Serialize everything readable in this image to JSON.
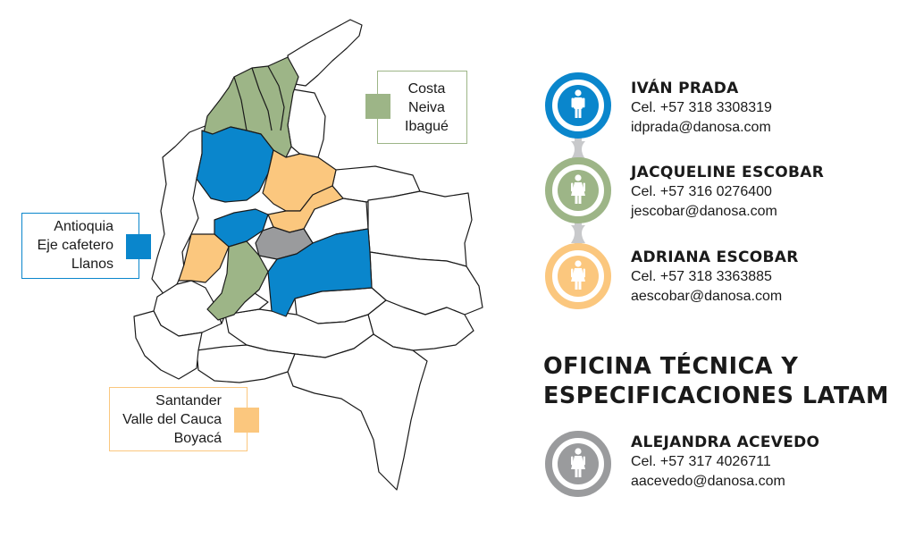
{
  "colors": {
    "blue": "#0a86cc",
    "green": "#9db587",
    "orange": "#fbc77e",
    "gray": "#9a9b9d",
    "outline": "#1a1a1a"
  },
  "legends": [
    {
      "lines": [
        "Costa",
        "Neiva",
        "Ibagué"
      ],
      "color": "#9db587"
    },
    {
      "lines": [
        "Antioquia",
        "Eje cafetero",
        "Llanos"
      ],
      "color": "#0a86cc"
    },
    {
      "lines": [
        "Santander",
        "Valle del Cauca",
        "Boyacá"
      ],
      "color": "#fbc77e"
    }
  ],
  "contacts": [
    {
      "name": "IVÁN PRADA",
      "phone": "Cel. +57 318 3308319",
      "email": "idprada@danosa.com",
      "avatar_icon": "man-icon",
      "color": "#0a86cc"
    },
    {
      "name": "JACQUELINE ESCOBAR",
      "phone": "Cel. +57 316 0276400",
      "email": "jescobar@danosa.com",
      "avatar_icon": "woman-icon",
      "color": "#9db587"
    },
    {
      "name": "ADRIANA ESCOBAR",
      "phone": "Cel. +57 318 3363885",
      "email": "aescobar@danosa.com",
      "avatar_icon": "woman-icon",
      "color": "#fbc77e"
    }
  ],
  "office": {
    "title_line1": "OFICINA TÉCNICA Y",
    "title_line2": "ESPECIFICACIONES LATAM",
    "contact": {
      "name": "ALEJANDRA ACEVEDO",
      "phone": "Cel. +57 317 4026711",
      "email": "aacevedo@danosa.com",
      "avatar_icon": "woman-icon",
      "color": "#9a9b9d"
    }
  }
}
